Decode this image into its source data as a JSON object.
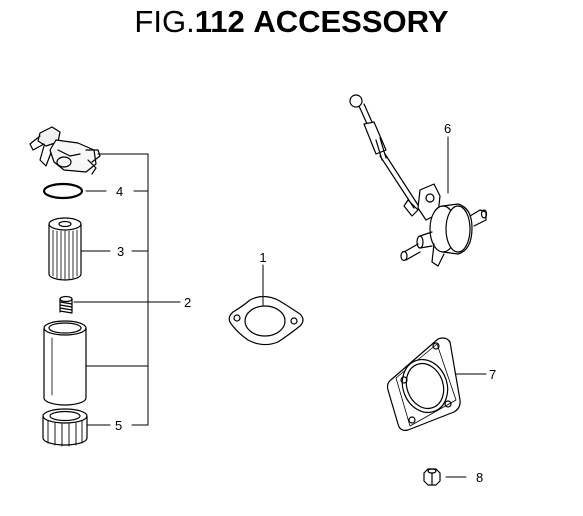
{
  "figure": {
    "prefix": "FIG.",
    "number": "112",
    "name": "ACCESSORY"
  },
  "callouts": {
    "c1": "1",
    "c2": "2",
    "c3": "3",
    "c4": "4",
    "c5": "5",
    "c6": "6",
    "c7": "7",
    "c8": "8"
  },
  "parts": [
    {
      "ref": "1",
      "icon": "gasket-icon"
    },
    {
      "ref": "2",
      "icon": "spring-icon"
    },
    {
      "ref": "3",
      "icon": "filter-element-icon"
    },
    {
      "ref": "4",
      "icon": "o-ring-icon"
    },
    {
      "ref": "5",
      "icon": "ring-nut-icon"
    },
    {
      "ref": "6",
      "icon": "pump-assembly-icon"
    },
    {
      "ref": "7",
      "icon": "square-gasket-icon"
    },
    {
      "ref": "8",
      "icon": "hex-nut-icon"
    }
  ]
}
